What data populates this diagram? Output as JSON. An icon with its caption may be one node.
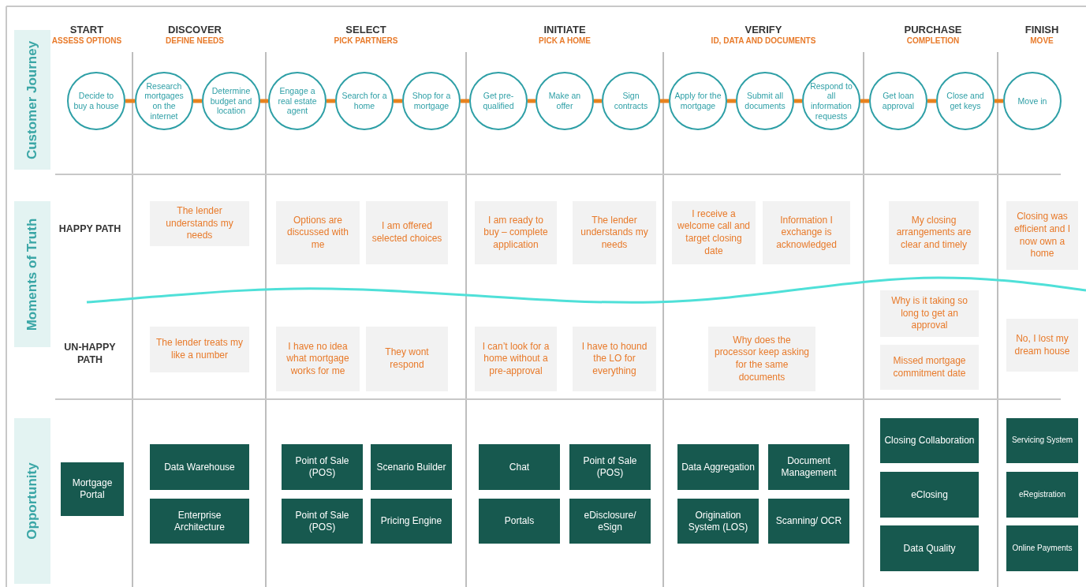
{
  "diagram": {
    "nodes": [
      {
        "text": [
          "Customer Journey"
        ]
      },
      {
        "text": [
          "Decide to buy a house"
        ]
      },
      {
        "text": [
          "Research mortgages on the internet"
        ]
      },
      {
        "text": [
          "Determine budget and location"
        ]
      },
      {
        "text": [
          "Engage a real estate agent"
        ]
      },
      {
        "text": [
          "Search for a home"
        ]
      },
      {
        "text": [
          "Shop for a mortgage"
        ]
      },
      {
        "text": [
          "Get pre-qualified"
        ]
      },
      {
        "text": [
          "Make an offer"
        ]
      },
      {
        "text": [
          "Sign contracts"
        ]
      },
      {
        "text": [
          "Apply for the mortgage"
        ]
      },
      {
        "text": [
          "Submit all documents"
        ]
      },
      {
        "text": [
          "Respond to all information requests"
        ]
      },
      {
        "text": [
          "Get loan approval"
        ]
      },
      {
        "text": [
          "Close and get keys"
        ]
      },
      {
        "text": [
          "Move in"
        ]
      },
      {
        "text": [
          "Moments of Truth"
        ]
      },
      {
        "text": [
          "The lender understands my needs"
        ]
      },
      {
        "text": [
          "Options are discussed with me"
        ]
      },
      {
        "text": [
          "I am offered selected choices"
        ]
      },
      {
        "text": [
          "I am ready to buy – complete application"
        ]
      },
      {
        "text": [
          "The lender understands my needs"
        ]
      },
      {
        "text": [
          "I receive a welcome call and target closing date"
        ]
      },
      {
        "text": [
          "Information I exchange is acknowledged"
        ]
      },
      {
        "text": [
          "My closing arrangements are clear and timely"
        ]
      },
      {
        "text": [
          "Closing was efficient and I now own a home"
        ]
      },
      {
        "text": [
          "Why is it taking so long to get an approval"
        ]
      },
      {
        "text": [
          "The lender treats my like a number"
        ]
      },
      {
        "text": [
          "I have no idea what mortgage works for me"
        ]
      },
      {
        "text": [
          "They wont respond"
        ]
      },
      {
        "text": [
          "I can’t look for a home without a pre-approval"
        ]
      },
      {
        "text": [
          "I have to hound the LO for everything"
        ]
      },
      {
        "text": [
          "Why does the processor keep asking for the same documents"
        ]
      },
      {
        "text": [
          "No, I lost my dream house"
        ]
      },
      {
        "text": [
          "Missed mortgage commitment date"
        ]
      },
      {
        "text": [
          "Opportunity"
        ]
      },
      {
        "text": [
          "Closing Collaboration"
        ]
      },
      {
        "text": [
          "Servicing System"
        ]
      },
      {
        "text": [
          "Data Warehouse"
        ]
      },
      {
        "text": [
          "Point of Sale (POS)"
        ]
      },
      {
        "text": [
          "Scenario Builder"
        ]
      },
      {
        "text": [
          "Chat"
        ]
      },
      {
        "text": [
          "Point of Sale (POS)"
        ]
      },
      {
        "text": [
          "Data Aggregation"
        ]
      },
      {
        "text": [
          "Document Management"
        ]
      },
      {
        "text": [
          "Mortgage Portal"
        ]
      },
      {
        "text": [
          "eClosing"
        ]
      },
      {
        "text": [
          "eRegistration"
        ]
      },
      {
        "text": [
          "Enterprise Architecture"
        ]
      },
      {
        "text": [
          "Point of Sale (POS)"
        ]
      },
      {
        "text": [
          "Pricing Engine"
        ]
      },
      {
        "text": [
          "Portals"
        ]
      },
      {
        "text": [
          "eDisclosure/ eSign"
        ]
      },
      {
        "text": [
          "Origination System (LOS)"
        ]
      },
      {
        "text": [
          "Scanning/ OCR"
        ]
      },
      {
        "text": [
          "Data Quality"
        ]
      },
      {
        "text": [
          "Online Payments"
        ]
      }
    ],
    "edges": [
      {
        "from": 1,
        "to": 2,
        "arrow": "none"
      },
      {
        "from": 2,
        "to": 3,
        "arrow": "none"
      },
      {
        "from": 3,
        "to": 4,
        "arrow": "none"
      },
      {
        "from": 4,
        "to": 5,
        "arrow": "none"
      },
      {
        "from": 5,
        "to": 6,
        "arrow": "none"
      },
      {
        "from": 6,
        "to": 7,
        "arrow": "none"
      },
      {
        "from": 7,
        "to": 8,
        "arrow": "none"
      },
      {
        "from": 8,
        "to": 9,
        "arrow": "none"
      },
      {
        "from": 9,
        "to": 10,
        "arrow": "none"
      },
      {
        "from": 10,
        "to": 11,
        "arrow": "none"
      },
      {
        "from": 11,
        "to": 12,
        "arrow": "none"
      },
      {
        "from": 12,
        "to": 13,
        "arrow": "none"
      },
      {
        "from": 13,
        "to": 14,
        "arrow": "none"
      },
      {
        "from": 14,
        "to": 15,
        "arrow": "none"
      }
    ],
    "labels": [
      "START",
      "DISCOVER",
      "SELECT",
      "INITIATE",
      "VERIFY",
      "PURCHASE",
      "FINISH",
      "ASSESS OPTIONS",
      "DEFINE NEEDS",
      "PICK PARTNERS",
      "PICK A HOME",
      "ID, DATA AND DOCUMENTS",
      "COMPLETION",
      "MOVE",
      "HAPPY PATH",
      "UN-HAPPY PATH"
    ]
  }
}
